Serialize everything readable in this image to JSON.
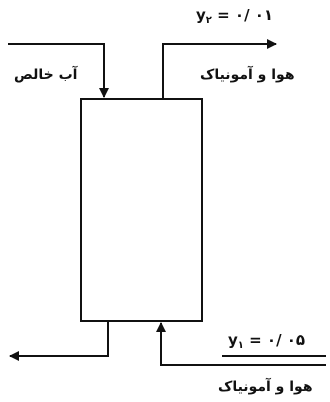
{
  "diagram": {
    "column_label": "",
    "inlet_liquid_label": "آب خالص",
    "top_gas_label": "هوا و آمونیاک",
    "bottom_gas_label": "هوا و آمونیاک",
    "top_equation": {
      "variable": "y",
      "subscript": "۲",
      "value": "= ۰/ ۰۱"
    },
    "bottom_equation": {
      "variable": "y",
      "subscript": "۱",
      "value": "= ۰/ ۰۵"
    }
  },
  "colors": {
    "stroke": "#111111",
    "background": "#ffffff"
  }
}
